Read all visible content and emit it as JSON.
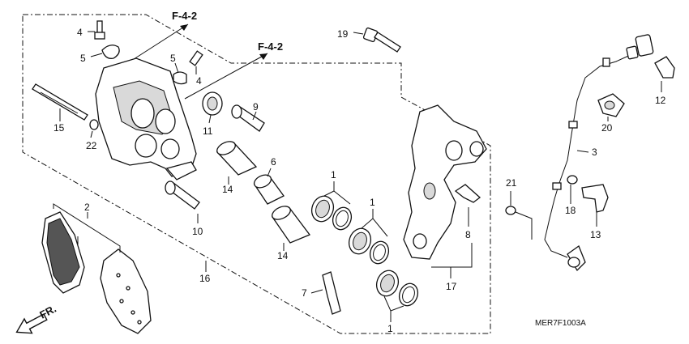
{
  "refs": {
    "ref_a": "F-4-2",
    "ref_b": "F-4-2"
  },
  "callouts": {
    "c1a": "1",
    "c1b": "1",
    "c1c": "1",
    "c2": "2",
    "c3": "3",
    "c4a": "4",
    "c4b": "4",
    "c5a": "5",
    "c5b": "5",
    "c6": "6",
    "c7": "7",
    "c8": "8",
    "c9": "9",
    "c10": "10",
    "c11": "11",
    "c12": "12",
    "c13": "13",
    "c14a": "14",
    "c14b": "14",
    "c15": "15",
    "c16": "16",
    "c17": "17",
    "c18": "18",
    "c19": "19",
    "c20": "20",
    "c21": "21",
    "c22": "22"
  },
  "direction_label": "FR.",
  "figure_code": "MER7F1003A"
}
